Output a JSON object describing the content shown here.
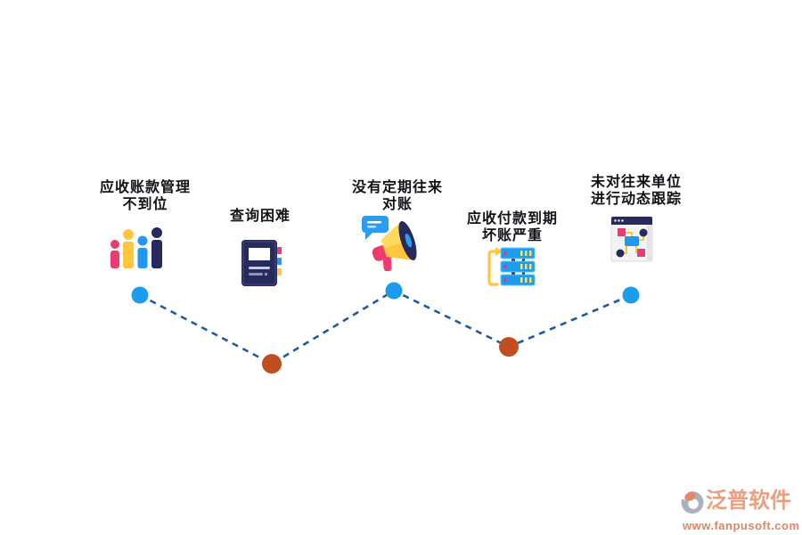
{
  "items": [
    {
      "icon": "people-bar-chart-icon",
      "lines": [
        "应收账款管理",
        "不到位"
      ]
    },
    {
      "icon": "notebook-icon",
      "lines": [
        "查询困难"
      ]
    },
    {
      "icon": "megaphone-icon",
      "lines": [
        "没有定期往来",
        "对账"
      ]
    },
    {
      "icon": "server-sync-icon",
      "lines": [
        "应收付款到期",
        "坏账严重"
      ]
    },
    {
      "icon": "flowchart-window-icon",
      "lines": [
        "未对往来单位",
        "进行动态跟踪"
      ]
    }
  ],
  "watermark": {
    "brand": "泛普软件",
    "url": "www.fanpusoft.com"
  },
  "colors": {
    "node_blue": "#1B9DEE",
    "node_orange": "#C14E1E",
    "connector_line": "#1A5C9F",
    "icon_pink": "#EE3A6E",
    "icon_yellow": "#FFC53D",
    "icon_blue": "#2196F3",
    "icon_navy": "#262A5C",
    "brand_salmon": "#EE9E80",
    "brand_url": "#E08560"
  }
}
